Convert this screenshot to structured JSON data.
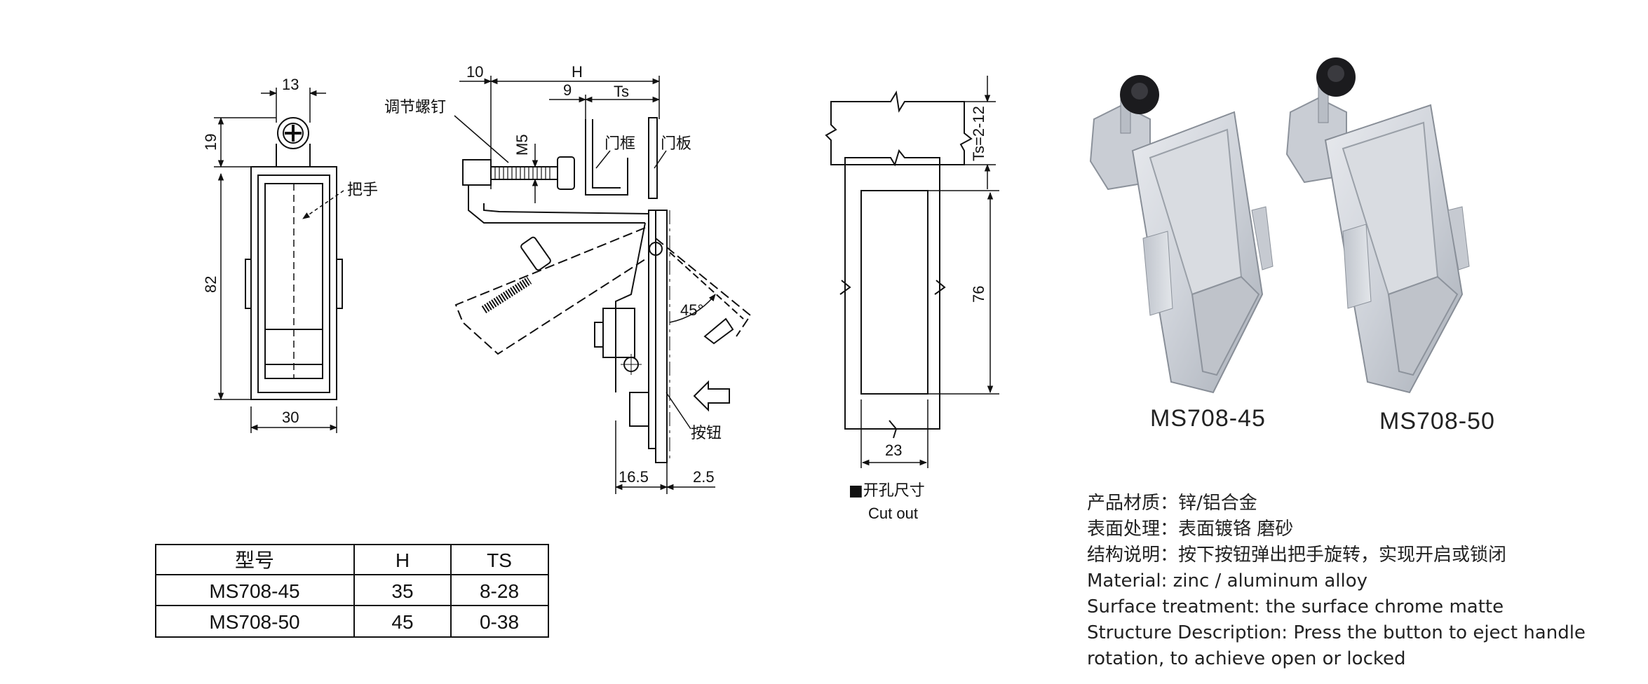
{
  "front_view": {
    "dim_width_top": "13",
    "dim_height_top": "19",
    "dim_height": "82",
    "dim_width_bottom": "30",
    "label_handle": "把手"
  },
  "side_view": {
    "dim_10": "10",
    "dim_H": "H",
    "dim_9": "9",
    "dim_Ts": "Ts",
    "dim_M5": "M5",
    "label_adjust_screw": "调节螺钉",
    "label_door_frame": "门框",
    "label_door_panel": "门板",
    "label_angle": "45°",
    "label_button": "按钮",
    "dim_16_5": "16.5",
    "dim_2_5": "2.5"
  },
  "cutout": {
    "dim_ts_range": "Ts=2-12",
    "dim_height": "76",
    "dim_width": "23",
    "title_cn": "■开孔尺寸",
    "title_en": "Cut out"
  },
  "spec_table": {
    "headers": [
      "型号",
      "H",
      "TS"
    ],
    "rows": [
      [
        "MS708-45",
        "35",
        "8-28"
      ],
      [
        "MS708-50",
        "45",
        "0-38"
      ]
    ]
  },
  "products": {
    "left_model": "MS708-45",
    "right_model": "MS708-50"
  },
  "description": {
    "lines": [
      "产品材质：锌/铝合金",
      "表面处理：表面镀铬 磨砂",
      "结构说明：按下按钮弹出把手旋转，实现开启或锁闭",
      "Material: zinc / aluminum alloy",
      "Surface treatment: the surface chrome matte",
      "Structure Description: Press the button to eject handle",
      "rotation, to achieve open or locked"
    ]
  }
}
